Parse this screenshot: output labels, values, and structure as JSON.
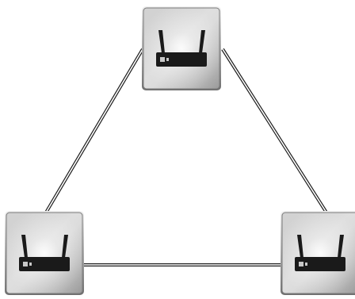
{
  "diagram": {
    "type": "network-topology",
    "nodes": [
      {
        "id": "router-top",
        "icon": "wireless-router-icon"
      },
      {
        "id": "router-bottom-left",
        "icon": "wireless-router-icon"
      },
      {
        "id": "router-bottom-right",
        "icon": "wireless-router-icon"
      }
    ],
    "links": [
      {
        "from": "router-top",
        "to": "router-bottom-left",
        "style": "double-line"
      },
      {
        "from": "router-top",
        "to": "router-bottom-right",
        "style": "double-line"
      },
      {
        "from": "router-bottom-left",
        "to": "router-bottom-right",
        "style": "double-line"
      }
    ]
  },
  "colors": {
    "background": "#ffffff",
    "link_outer": "#1e1e1e",
    "link_inner": "#ffffff",
    "tile_light": "#f4f4f4",
    "tile_mid": "#b8b8b8",
    "tile_dark": "#8c8c8c",
    "tile_border": "#7a7a7a",
    "device_body": "#1a1a1a",
    "device_led": "#c8c8c8"
  }
}
